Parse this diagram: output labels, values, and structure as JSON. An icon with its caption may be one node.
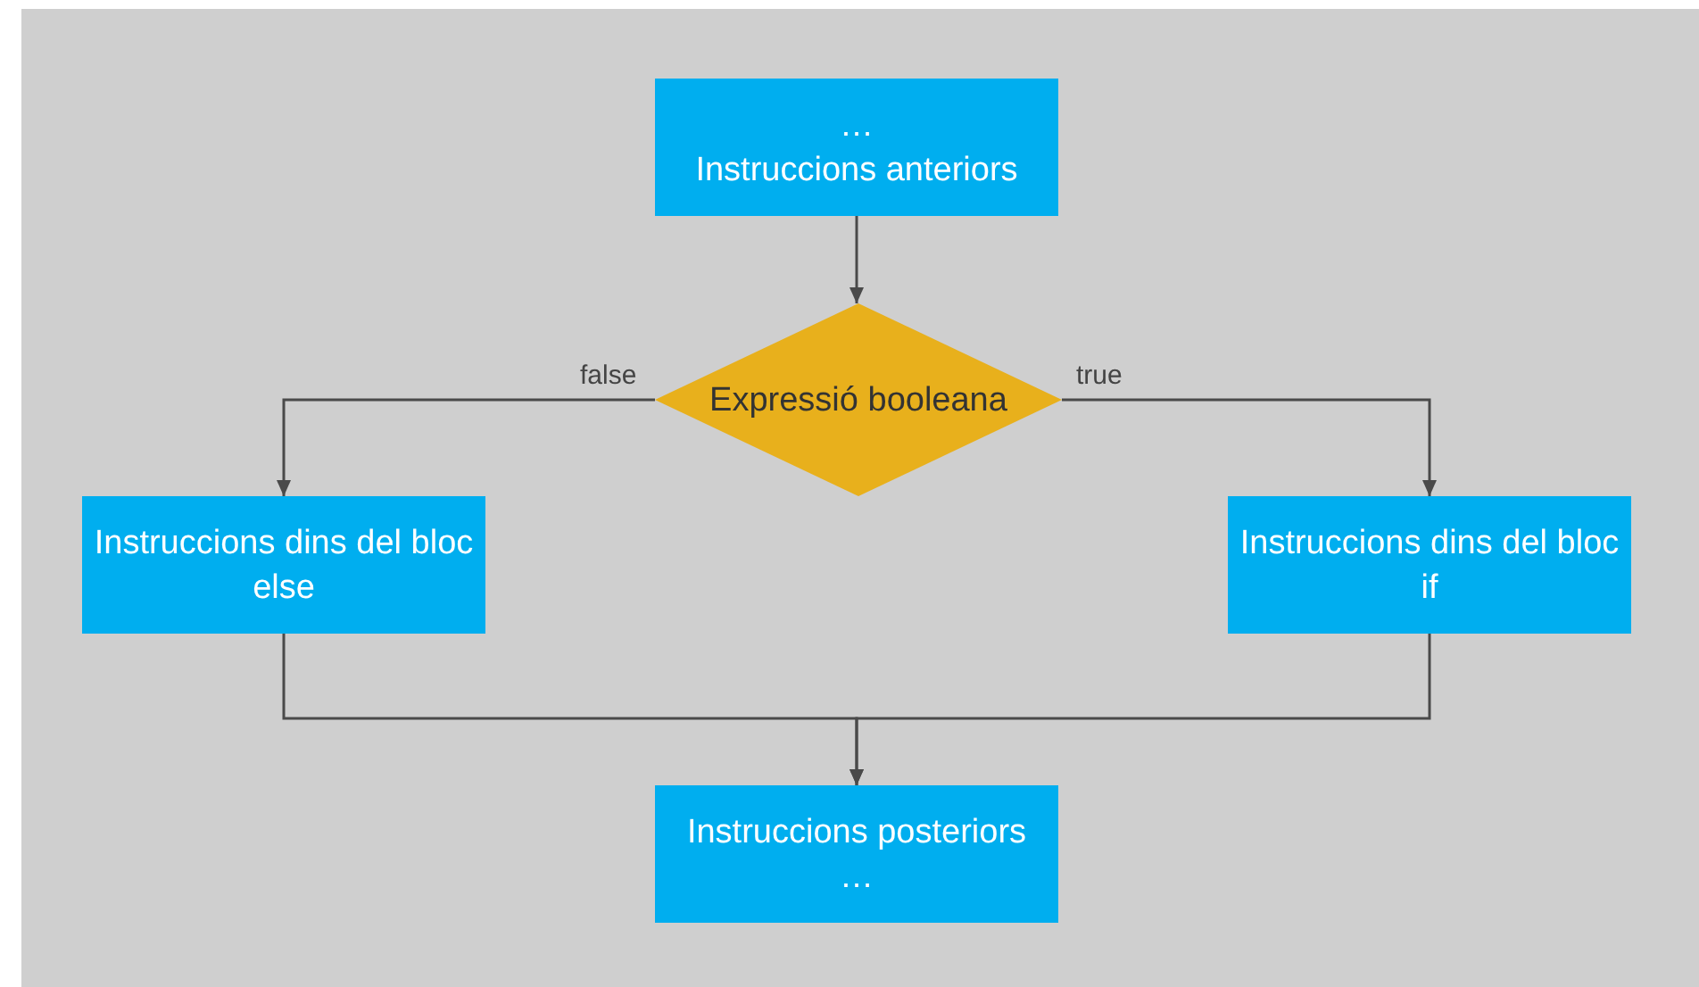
{
  "diagram": {
    "nodes": [
      {
        "text": [
          "…",
          "Instruccions anteriors"
        ]
      },
      {
        "text": [
          "Expressió booleana"
        ]
      },
      {
        "text": [
          "Instruccions dins del bloc else"
        ]
      },
      {
        "text": [
          "Instruccions dins del bloc if"
        ]
      },
      {
        "text": [
          "Instruccions posteriors",
          "…"
        ]
      }
    ],
    "edges": [
      {
        "from": 0,
        "to": 1,
        "arrow": "to"
      },
      {
        "from": 1,
        "to": 2,
        "arrow": "to",
        "label": "false"
      },
      {
        "from": 1,
        "to": 3,
        "arrow": "to",
        "label": "true"
      },
      {
        "from": 2,
        "to": 4,
        "arrow": "to"
      },
      {
        "from": 3,
        "to": 4,
        "arrow": "to"
      }
    ]
  }
}
